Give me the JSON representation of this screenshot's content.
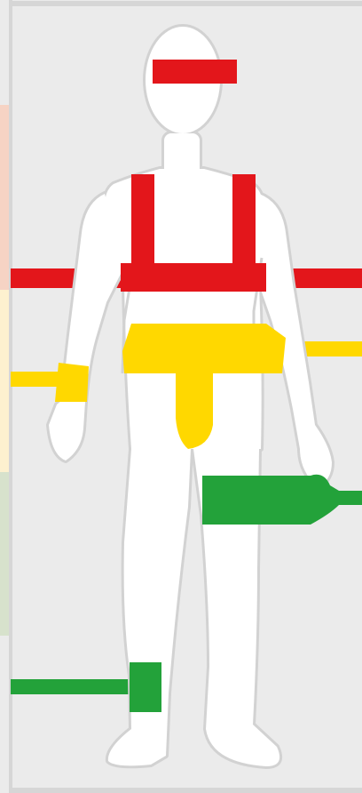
{
  "figure": {
    "background_color": "#ebebeb",
    "frame_color": "#d6d6d6",
    "body_fill": "#ffffff",
    "body_outline": "#d2d2d2",
    "zones": [
      {
        "level": "red",
        "color": "#e3161b",
        "band_color": "#f6d3c4",
        "regions": [
          "head",
          "chest-harness",
          "upper-arms"
        ]
      },
      {
        "level": "yellow",
        "color": "#ffd800",
        "band_color": "#fdf1cf",
        "regions": [
          "waist",
          "groin",
          "wrist"
        ]
      },
      {
        "level": "green",
        "color": "#23a23a",
        "band_color": "#d7e2cc",
        "regions": [
          "thigh",
          "ankle"
        ]
      }
    ]
  }
}
